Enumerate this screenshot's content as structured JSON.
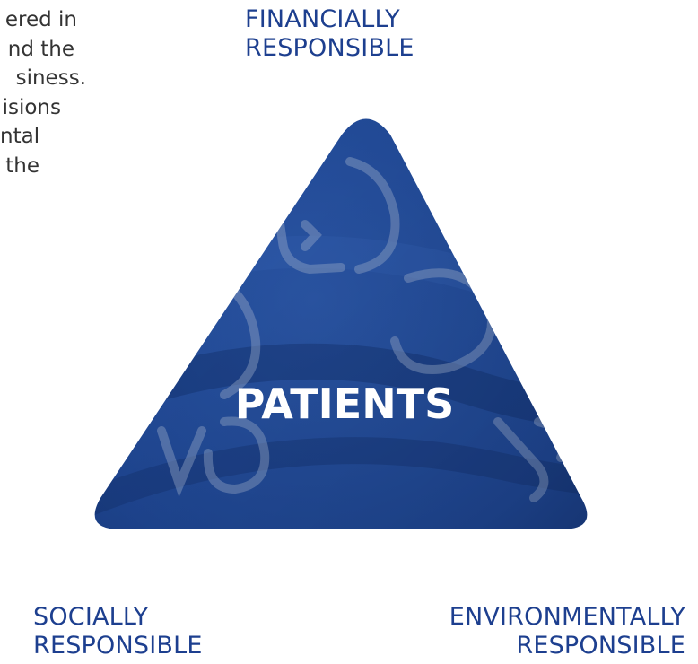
{
  "paragraph_lines": [
    "ered in",
    "nd the",
    "siness.",
    "isions",
    "ntal",
    "the"
  ],
  "labels": {
    "top": [
      "FINANCIALLY",
      "RESPONSIBLE"
    ],
    "left": [
      "SOCIALLY",
      "RESPONSIBLE"
    ],
    "right": [
      "ENVIRONMENTALLY",
      "RESPONSIBLE"
    ]
  },
  "center_word": "PATIENTS",
  "colors": {
    "triangle_dark": "#163a7e",
    "triangle_mid": "#2753a6",
    "label_blue": "#1d3f8f",
    "text_gray": "#333333"
  }
}
